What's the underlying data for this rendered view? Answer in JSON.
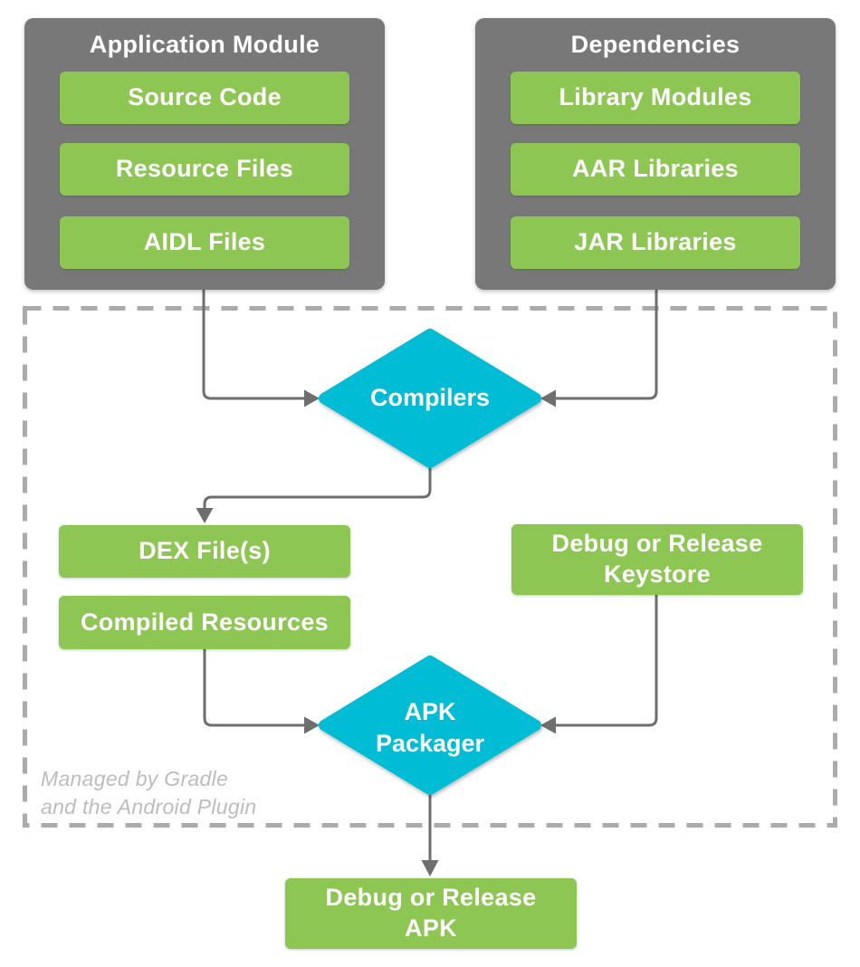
{
  "app_module": {
    "title": "Application Module",
    "items": [
      "Source Code",
      "Resource Files",
      "AIDL Files"
    ]
  },
  "dependencies": {
    "title": "Dependencies",
    "items": [
      "Library Modules",
      "AAR Libraries",
      "JAR Libraries"
    ]
  },
  "pipeline": {
    "compilers": "Compilers",
    "dex": "DEX File(s)",
    "compiled_resources": "Compiled Resources",
    "keystore": "Debug or Release Keystore",
    "apk_packager": "APK Packager",
    "note_line1": "Managed by Gradle",
    "note_line2": "and the Android Plugin"
  },
  "output": {
    "apk": "Debug or Release APK"
  },
  "colors": {
    "green": "#8DC653",
    "gray": "#787878",
    "cyan": "#00BCD4",
    "connector": "#6E6E6E",
    "dashed_border": "#ABABAB",
    "note_text": "#BDBDBD"
  }
}
